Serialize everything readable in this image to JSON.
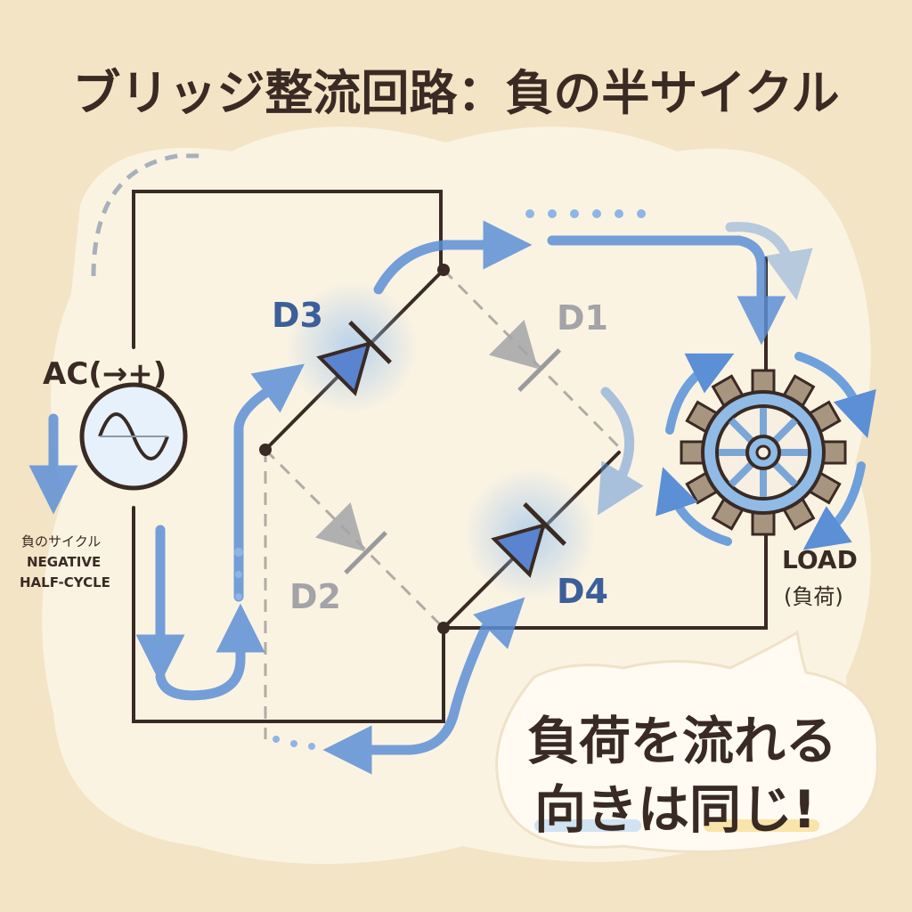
{
  "title": "ブリッジ整流回路：負の半サイクル",
  "ac_label": "AC(→+)",
  "cycle_note": {
    "jp": "負のサイクル",
    "en1": "NEGATIVE",
    "en2": "HALF-CYCLE"
  },
  "diodes": {
    "d1": "D1",
    "d2": "D2",
    "d3": "D3",
    "d4": "D4"
  },
  "load": {
    "en": "LOAD",
    "jp": "(負荷)"
  },
  "bubble": {
    "line1": "負荷を流れる",
    "line2": "向きは同じ!"
  },
  "colors": {
    "background": "#f3e4c6",
    "panel": "#fbf3e2",
    "wire": "#3a2a24",
    "flow": "#5b8fd6",
    "active_diode": "#5b84d0",
    "inactive_diode": "#9a9a9e",
    "text": "#3a2a24",
    "label_blue": "#3c5f9a"
  }
}
